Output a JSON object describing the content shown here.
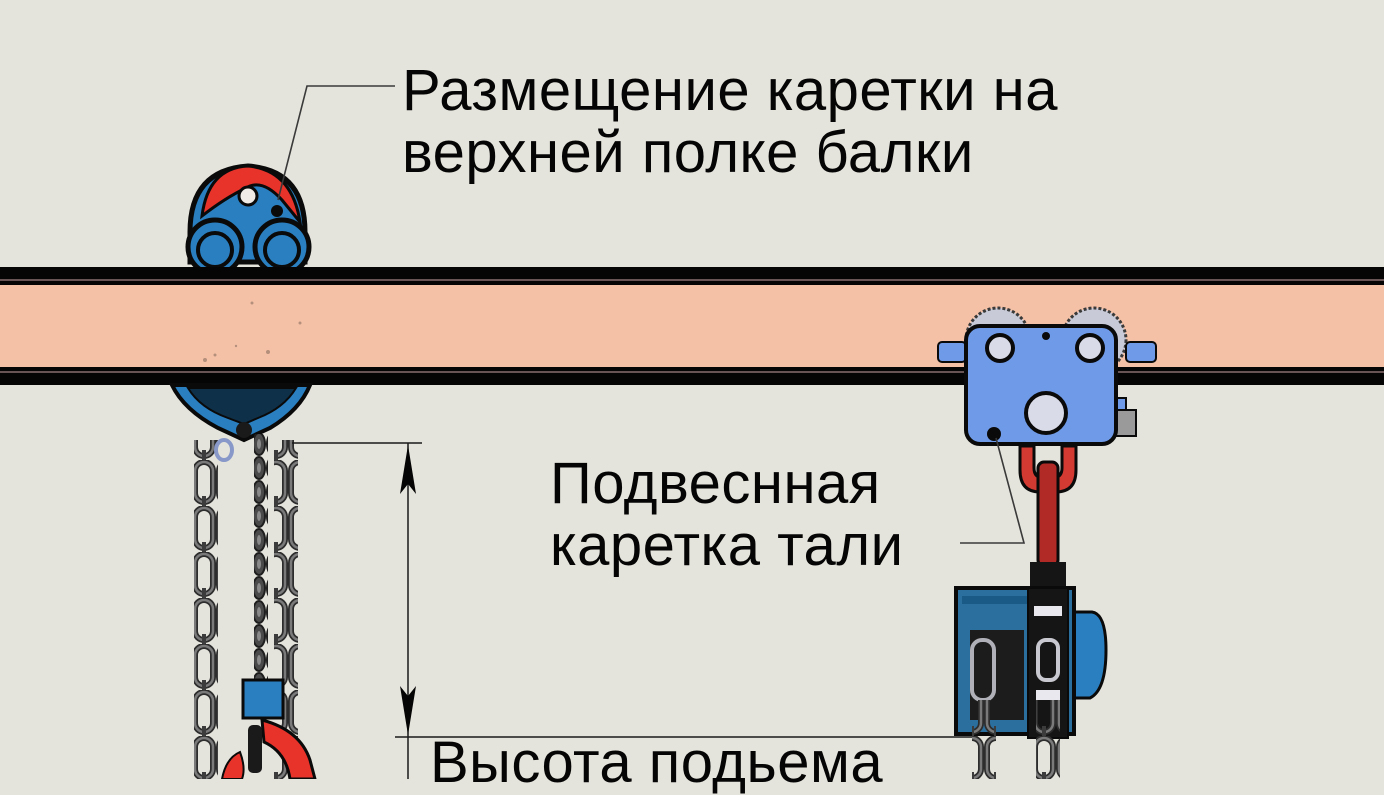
{
  "labels": {
    "top_trolley": {
      "line1": "Размещение каретки на",
      "line2": "верхней полке балки"
    },
    "suspended_trolley": {
      "line1": "Подвесная",
      "line1_raw": "Подвеснная",
      "line2": "каретка тали"
    },
    "lift_height": {
      "line1": "Высота подъема",
      "line1_raw": "Высота подьема"
    }
  },
  "colors": {
    "background": "#e5e4dc",
    "beam_web": "#f4c1a6",
    "beam_flange": "#050505",
    "hoist_body_blue": "#2a7fc0",
    "trolley_blue_light": "#6f9ae8",
    "hook_red": "#e8332a",
    "chain_gray": "#5a5a5a",
    "text": "#050505"
  },
  "icons": {
    "top_trolley": "trolley-on-top-flange-icon",
    "suspended_trolley": "suspended-trolley-icon",
    "chain_hoist_left": "chain-hoist-icon",
    "chain_hoist_right": "chain-hoist-icon",
    "hook": "hook-icon",
    "dimension_arrow": "double-arrow-icon"
  }
}
